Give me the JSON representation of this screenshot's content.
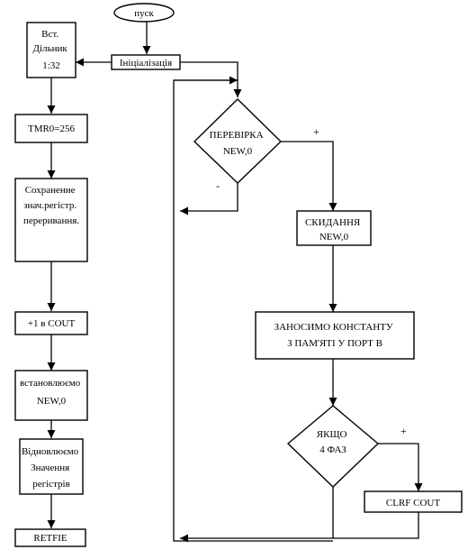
{
  "nodes": {
    "start": [
      "пуск"
    ],
    "init": [
      "Ініціалізація"
    ],
    "divider": [
      "Вст.",
      "Дільник",
      "1:32"
    ],
    "tmr": [
      "TMR0=256"
    ],
    "save": [
      "Сохранение",
      "знач.регістр.",
      "переривання."
    ],
    "cout_inc": [
      "+1 в COUT"
    ],
    "set_new": [
      "встановлюємо",
      "NEW,0"
    ],
    "restore": [
      "Відновлюємо",
      "Значення",
      "регістрів"
    ],
    "retfie": [
      "RETFIE"
    ],
    "check_new": [
      "ПЕРЕВІРКА",
      "NEW,0"
    ],
    "reset_new": [
      "СКИДАННЯ",
      "NEW,0"
    ],
    "load_const": [
      "ЗАНОСИМО КОНСТАНТУ",
      "З ПАМ'ЯТІ У ПОРТ В"
    ],
    "four_phases": [
      "ЯКЩО",
      "4 ФАЗ"
    ],
    "clrf": [
      "CLRF  COUT"
    ]
  },
  "marks": {
    "check_yes": "+",
    "check_no": "-",
    "phase_yes": "+"
  }
}
